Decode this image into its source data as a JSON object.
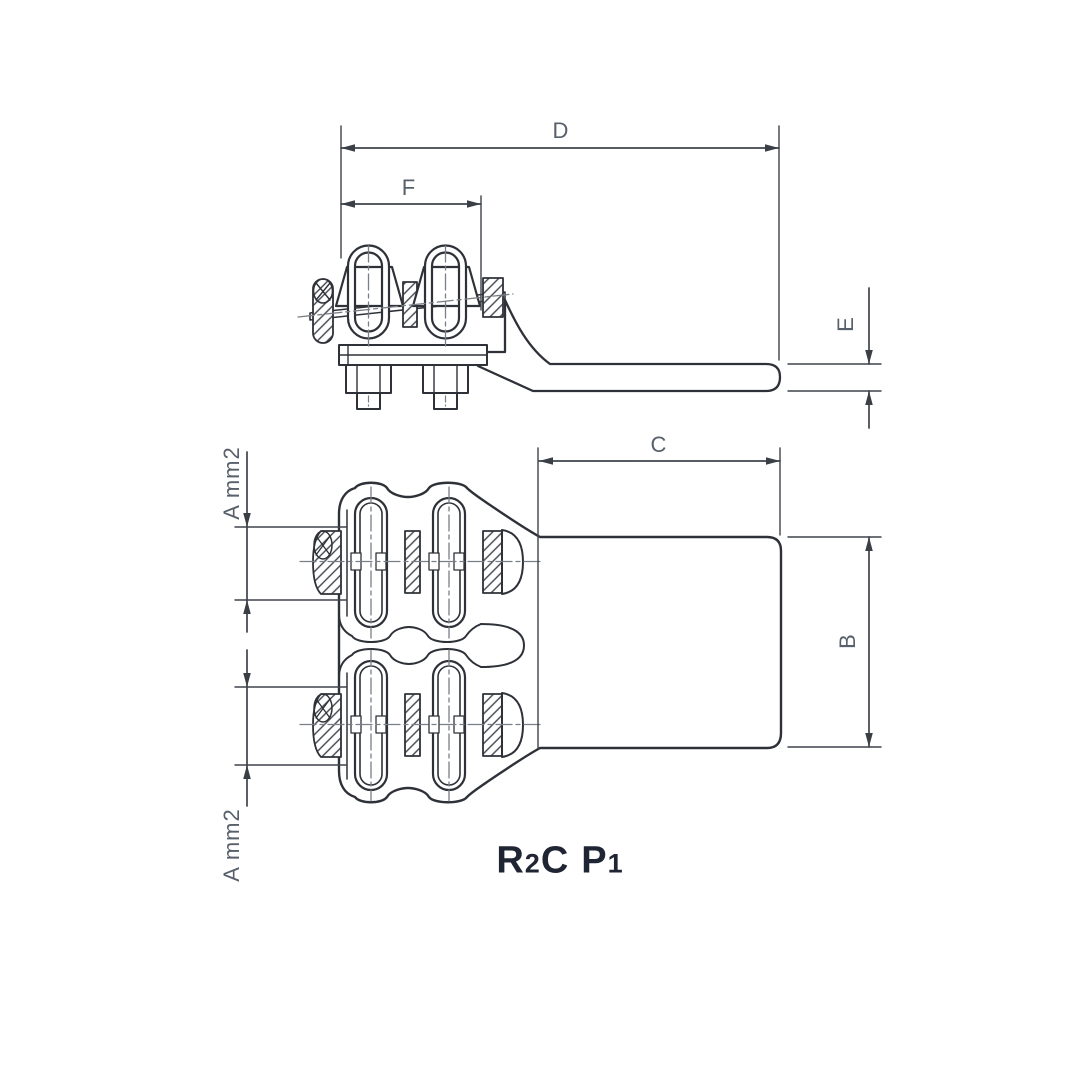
{
  "figure": {
    "type": "technical-drawing",
    "description": "Two-view engineering drawing of a double stirrup parallel-groove terminal clamp",
    "product_label": {
      "segments": [
        {
          "text": "R",
          "size": "lg"
        },
        {
          "text": "2",
          "size": "sm"
        },
        {
          "text": "C",
          "size": "lg"
        },
        {
          "text": "",
          "size": "gap"
        },
        {
          "text": "P",
          "size": "lg"
        },
        {
          "text": "1",
          "size": "sm"
        }
      ]
    },
    "dimension_labels": {
      "d": "D",
      "f": "F",
      "e": "E",
      "c": "C",
      "b": "B",
      "a_top": "A mm2",
      "a_bottom": "A mm2"
    },
    "colors": {
      "ink": "#2e3238",
      "dim_line": "#3f444b",
      "label_text": "#57606b",
      "title_text": "#1f2533",
      "centerline": "#7a7f87",
      "background": "#ffffff"
    }
  }
}
